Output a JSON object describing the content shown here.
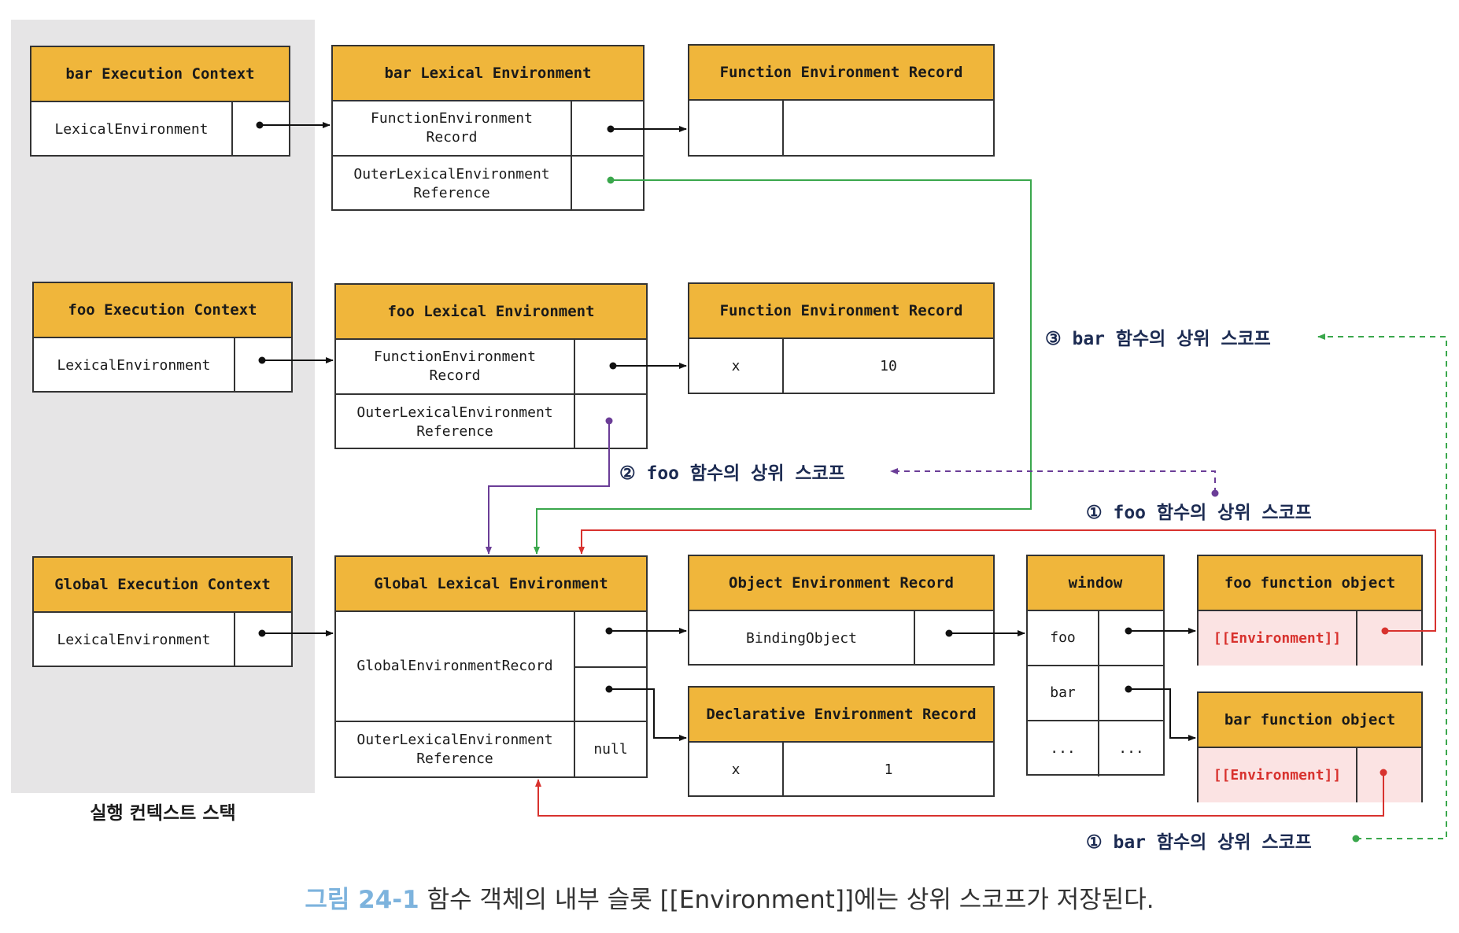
{
  "stack_label": "실행 컨텍스트 스택",
  "bar_ec": {
    "title": "bar Execution Context",
    "row": "LexicalEnvironment"
  },
  "bar_le": {
    "title": "bar Lexical Environment",
    "row1": "FunctionEnvironment\nRecord",
    "row2": "OuterLexicalEnvironment\nReference"
  },
  "bar_fer": {
    "title": "Function Environment Record",
    "key": "",
    "value": ""
  },
  "foo_ec": {
    "title": "foo Execution Context",
    "row": "LexicalEnvironment"
  },
  "foo_le": {
    "title": "foo Lexical Environment",
    "row1": "FunctionEnvironment\nRecord",
    "row2": "OuterLexicalEnvironment\nReference"
  },
  "foo_fer": {
    "title": "Function Environment Record",
    "key": "x",
    "value": "10"
  },
  "global_ec": {
    "title": "Global Execution Context",
    "row": "LexicalEnvironment"
  },
  "global_le": {
    "title": "Global Lexical Environment",
    "row1": "GlobalEnvironmentRecord",
    "row2": "OuterLexicalEnvironment\nReference",
    "row2_value": "null"
  },
  "object_er": {
    "title": "Object Environment Record",
    "row": "BindingObject"
  },
  "decl_er": {
    "title": "Declarative Environment Record",
    "key": "x",
    "value": "1"
  },
  "window": {
    "title": "window",
    "rows": [
      {
        "key": "foo",
        "value": ""
      },
      {
        "key": "bar",
        "value": ""
      },
      {
        "key": "...",
        "value": "..."
      }
    ]
  },
  "foo_fo": {
    "title": "foo function object",
    "slot": "[[Environment]]"
  },
  "bar_fo": {
    "title": "bar function object",
    "slot": "[[Environment]]"
  },
  "annotations": {
    "a3": "③ bar 함수의 상위 스코프",
    "a2": "② foo 함수의 상위 스코프",
    "a1_foo": "① foo 함수의 상위 스코프",
    "a1_bar": "① bar 함수의 상위 스코프"
  },
  "caption": {
    "label": "그림 24-1",
    "text": " 함수 객체의 내부 슬롯 [[Environment]]에는 상위 스코프가 저장된다."
  },
  "colors": {
    "header": "#f0b63b",
    "stack": "#e6e5e6",
    "green": "#3aa74c",
    "purple": "#6b3d97",
    "red": "#d8322e",
    "pink": "#fbe3e3",
    "caption_label": "#7db3dd"
  }
}
